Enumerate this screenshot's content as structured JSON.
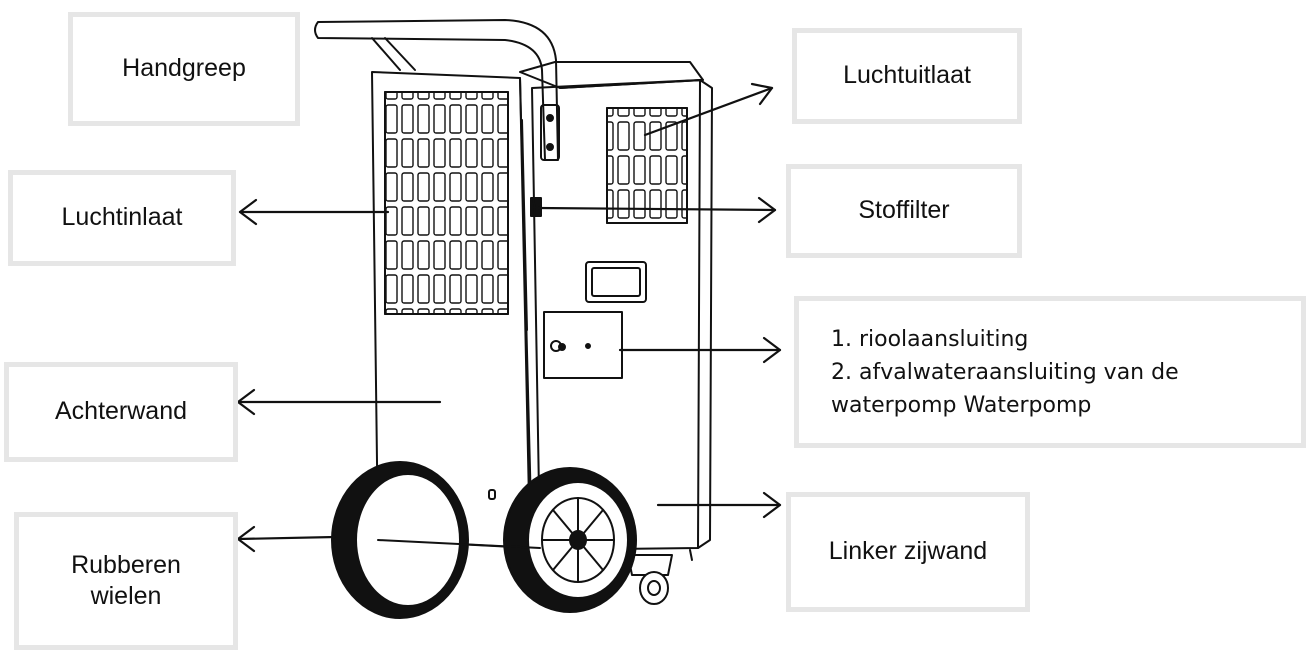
{
  "labels": {
    "handgreep": "Handgreep",
    "luchtuitlaat": "Luchtuitlaat",
    "luchtinlaat": "Luchtinlaat",
    "stoffilter": "Stoffilter",
    "aansluiting_1": "1. rioolaansluiting",
    "aansluiting_2": "2. afvalwateraansluiting van de",
    "aansluiting_3": "waterpomp Waterpomp",
    "achterwand": "Achterwand",
    "linker_zijwand": "Linker zijwand",
    "rubberen_1": "Rubberen",
    "rubberen_2": "wielen"
  },
  "colors": {
    "line": "#111111",
    "box_border": "#e6e6e6"
  }
}
